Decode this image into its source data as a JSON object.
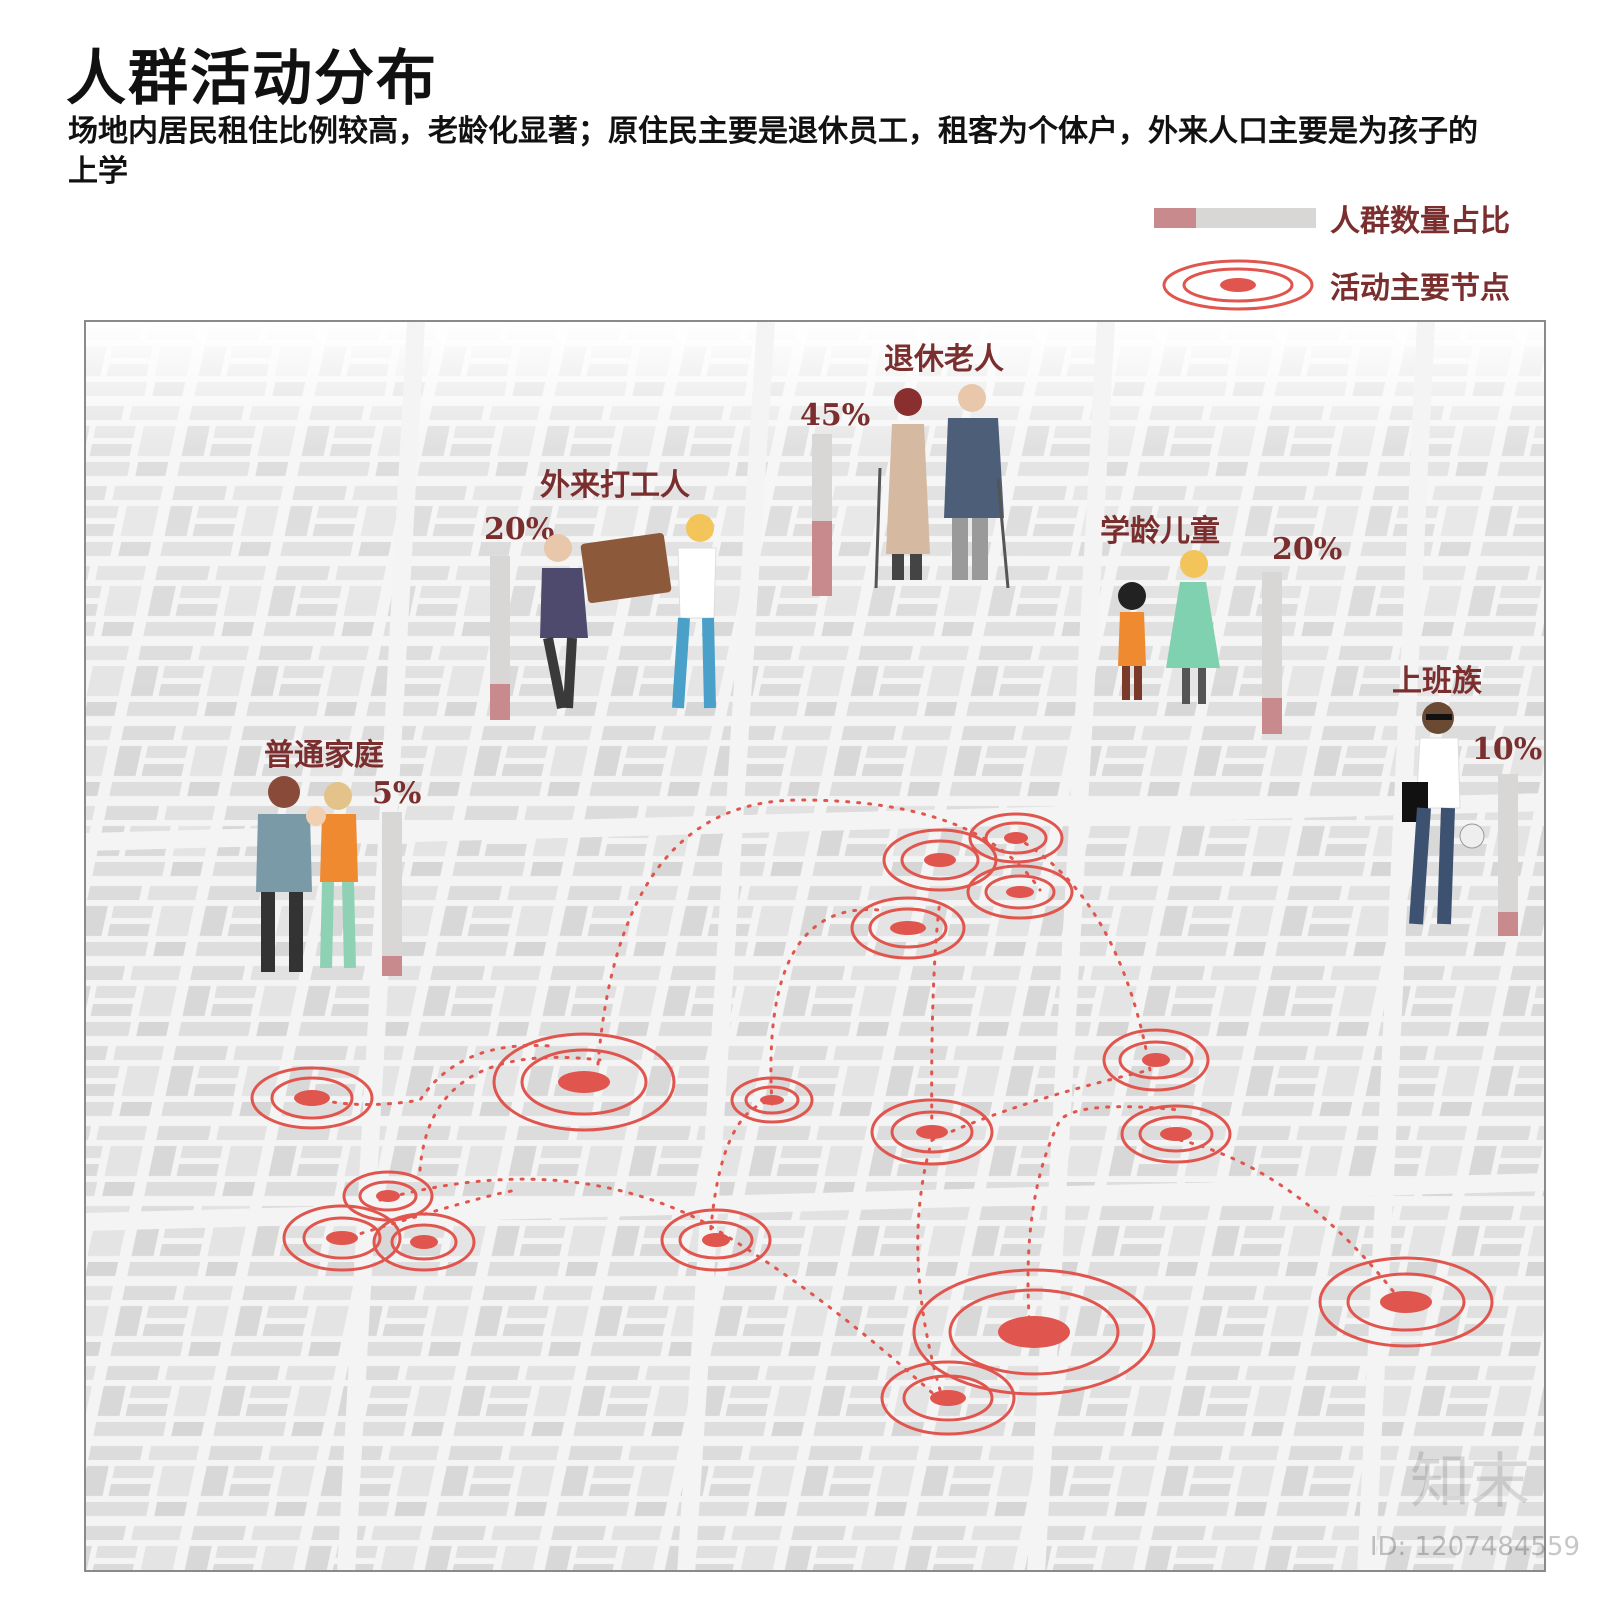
{
  "title": "人群活动分布",
  "subtitle": "场地内居民租住比例较高，老龄化显著；原住民主要是退休员工，租客为个体户，外来人口主要是为孩子的上学",
  "legend": {
    "bar_label": "人群数量占比",
    "node_label": "活动主要节点"
  },
  "colors": {
    "accent_text": "#7a2e2e",
    "bar_track": "#d9d6d6",
    "bar_fill": "#c98a8d",
    "node_red": "#e0554d"
  },
  "groups": [
    {
      "label": "退休老人",
      "percent": "45%",
      "share": 0.45
    },
    {
      "label": "外来打工人",
      "percent": "20%",
      "share": 0.2
    },
    {
      "label": "学龄儿童",
      "percent": "20%",
      "share": 0.2
    },
    {
      "label": "上班族",
      "percent": "10%",
      "share": 0.1
    },
    {
      "label": "普通家庭",
      "percent": "5%",
      "share": 0.05
    }
  ],
  "watermark": {
    "logo": "知末",
    "id": "ID: 1207484559"
  }
}
